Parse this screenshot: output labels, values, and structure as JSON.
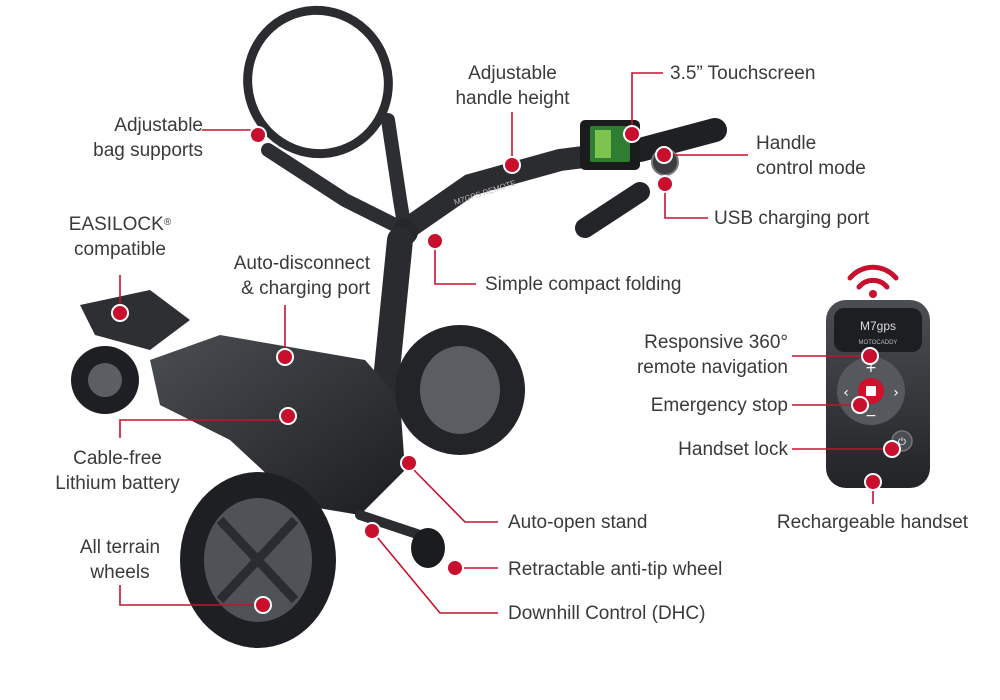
{
  "accent_color": "#c8102e",
  "product": {
    "handle_badge": "M7GPS REMOTE",
    "remote_brand": "M7gps",
    "remote_sub": "MOTOCADDY"
  },
  "callouts": {
    "bag_supports": [
      "Adjustable",
      "bag supports"
    ],
    "easilock_prefix": "EASILOCK",
    "easilock_mark": "®",
    "easilock_line2": "compatible",
    "auto_disconnect": [
      "Auto-disconnect",
      "& charging port"
    ],
    "cable_free": [
      "Cable-free",
      "Lithium battery"
    ],
    "all_terrain": [
      "All terrain",
      "wheels"
    ],
    "handle_height": [
      "Adjustable",
      "handle height"
    ],
    "touchscreen": "3.5” Touchscreen",
    "control_mode": [
      "Handle",
      "control mode"
    ],
    "usb": "USB charging port",
    "folding": "Simple compact folding",
    "auto_open": "Auto-open stand",
    "anti_tip": "Retractable anti-tip wheel",
    "dhc": "Downhill Control (DHC)",
    "remote_nav": [
      "Responsive 360°",
      "remote navigation"
    ],
    "emergency": "Emergency stop",
    "handset_lock": "Handset lock",
    "rechargeable": "Rechargeable handset"
  }
}
